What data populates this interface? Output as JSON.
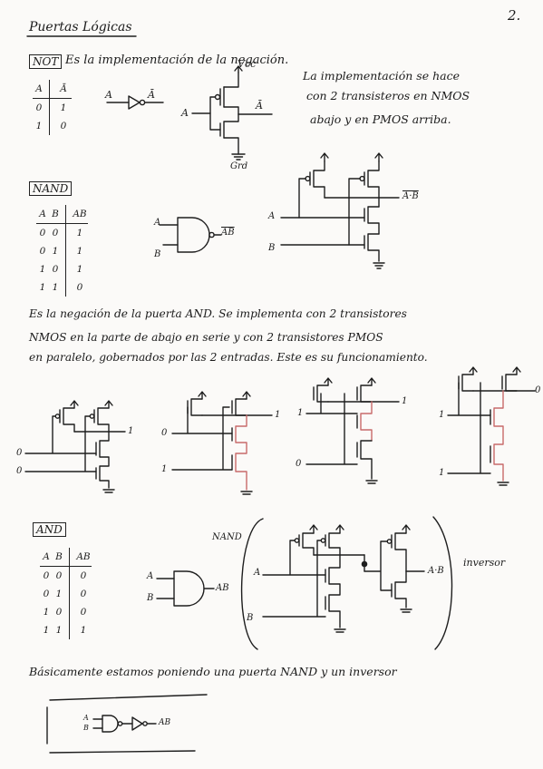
{
  "page_number": "2.",
  "title": "Puertas Lógicas",
  "not_section": {
    "tag": "NOT",
    "intro": "Es la implementación de la negación.",
    "truth_header": [
      "A",
      "Ā"
    ],
    "truth_rows": [
      [
        "0",
        "1"
      ],
      [
        "1",
        "0"
      ]
    ],
    "symbol_in": "A",
    "symbol_out": "Ā",
    "vcc": "Vcc",
    "gnd": "Grd",
    "circuit_in": "A",
    "circuit_out": "Ā",
    "note_lines": [
      "La implementación se hace",
      "con 2 transisteros en NMOS",
      "abajo y en PMOS arriba."
    ]
  },
  "nand_section": {
    "tag": "NAND",
    "truth_header": [
      "A",
      "B",
      "AB"
    ],
    "truth_rows": [
      [
        "0",
        "0",
        "1"
      ],
      [
        "0",
        "1",
        "1"
      ],
      [
        "1",
        "0",
        "1"
      ],
      [
        "1",
        "1",
        "0"
      ]
    ],
    "symbol_in_a": "A",
    "symbol_in_b": "B",
    "symbol_out": "AB",
    "circuit_in_a": "A",
    "circuit_in_b": "B",
    "circuit_out": "A·B",
    "description_lines": [
      "Es la negación de la puerta AND. Se implementa con 2 transistores",
      "NMOS en la parte de abajo en serie y con 2 transistores PMOS",
      "en paralelo, gobernados por las 2 entradas. Este es su funcionamiento."
    ],
    "examples": [
      {
        "a": "0",
        "b": "0",
        "out": "1"
      },
      {
        "a": "0",
        "b": "1",
        "out": "1"
      },
      {
        "a": "1",
        "b": "0",
        "out": "1"
      },
      {
        "a": "1",
        "b": "1",
        "out": "0"
      }
    ]
  },
  "and_section": {
    "tag": "AND",
    "truth_header": [
      "A",
      "B",
      "AB"
    ],
    "truth_rows": [
      [
        "0",
        "0",
        "0"
      ],
      [
        "0",
        "1",
        "0"
      ],
      [
        "1",
        "0",
        "0"
      ],
      [
        "1",
        "1",
        "1"
      ]
    ],
    "symbol_in_a": "A",
    "symbol_in_b": "B",
    "symbol_out": "AB",
    "nand_label": "NAND",
    "inverter_label": "inversor",
    "circuit_in_a": "A",
    "circuit_in_b": "B",
    "circuit_out": "A·B",
    "conclusion": "Básicamente estamos poniendo una puerta NAND y un inversor",
    "final_in_a": "A",
    "final_in_b": "B",
    "final_out": "AB"
  }
}
